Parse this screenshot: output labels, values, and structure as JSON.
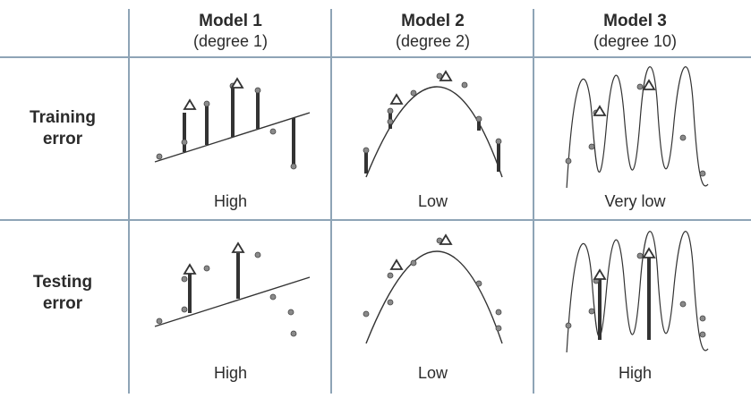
{
  "columns": [
    {
      "title": "Model 1",
      "subtitle": "(degree 1)"
    },
    {
      "title": "Model 2",
      "subtitle": "(degree 2)"
    },
    {
      "title": "Model 3",
      "subtitle": "(degree 10)"
    }
  ],
  "rows": [
    {
      "title_line1": "Training",
      "title_line2": "error",
      "labels": [
        "High",
        "Low",
        "Very low"
      ]
    },
    {
      "title_line1": "Testing",
      "title_line2": "error",
      "labels": [
        "High",
        "Low",
        "High"
      ]
    }
  ],
  "colors": {
    "grid_line": "#8ea4b6",
    "curve": "#333333",
    "point_fill": "#8a8a8a",
    "error_bar": "#333333"
  }
}
